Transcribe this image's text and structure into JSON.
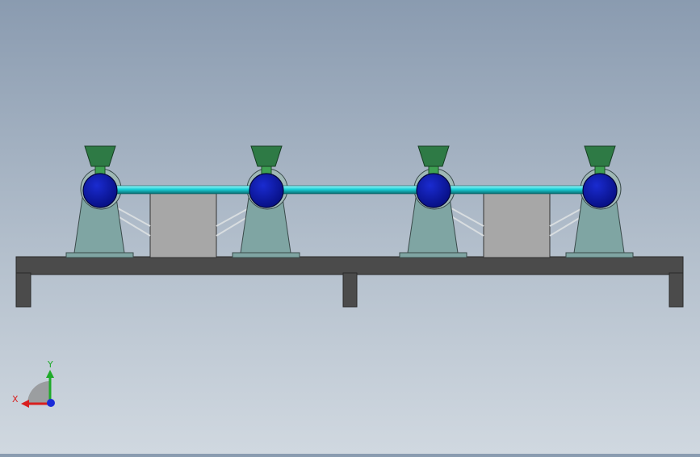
{
  "scene": {
    "description_visible": false,
    "colors": {
      "background_top": "#8a9bb0",
      "background_bottom": "#d0d8e0",
      "frame": "#4b4b4b",
      "pedestal": "#7fa5a3",
      "hopper": "#2e7a45",
      "hopper_neck": "#3fa052",
      "roller": "#0a14a0",
      "shaft": "#19cfd6",
      "gearbox": "#a7a7a7"
    },
    "stations": 4,
    "gearboxes": 2
  },
  "triad": {
    "x_label": "X",
    "y_label": "Y",
    "x_color": "#d81f1f",
    "y_color": "#1faa2a",
    "z_color": "#1a2bd8"
  }
}
